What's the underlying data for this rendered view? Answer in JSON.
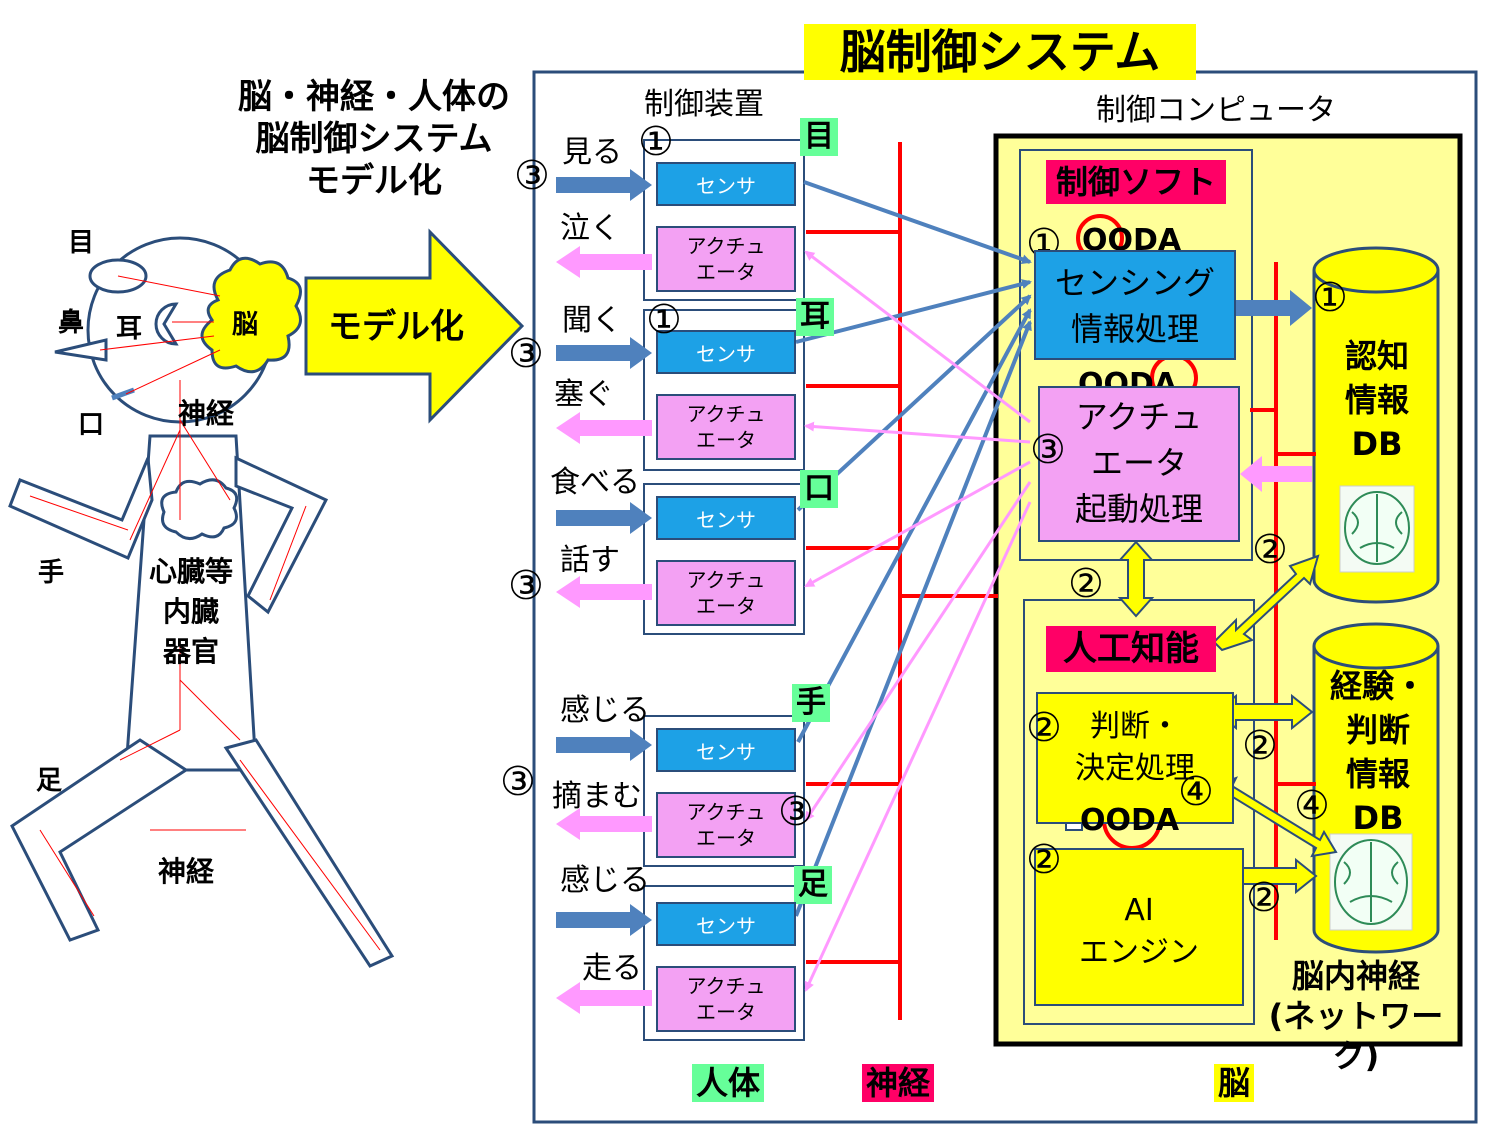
{
  "title": "脳制御システム",
  "model_title": [
    "脳・神経・人体の",
    "脳制御システム",
    "モデル化"
  ],
  "model_arrow_label": "モデル化",
  "body_labels": {
    "eye": "目",
    "nose": "鼻",
    "ear": "耳",
    "mouth": "口",
    "brain": "脳",
    "nerve_head": "神経",
    "hand": "手",
    "organs": [
      "心臓等",
      "内臓",
      "器官"
    ],
    "foot": "足",
    "nerve_legs": "神経"
  },
  "control_device_title": "制御装置",
  "control_computer_title": "制御コンピュータ",
  "sensor_label": "センサ",
  "actuator_label": [
    "アクチュ",
    "エータ"
  ],
  "senses": {
    "see": "見る",
    "cry": "泣く",
    "hear": "聞く",
    "block": "塞ぐ",
    "eat": "食べる",
    "speak": "話す",
    "feel1": "感じる",
    "pinch": "摘まむ",
    "feel2": "感じる",
    "run": "走る"
  },
  "organ_tags": {
    "eye": "目",
    "ear": "耳",
    "mouth": "口",
    "hand": "手",
    "foot": "足"
  },
  "markers": {
    "one": "①",
    "two": "②",
    "three": "③",
    "four": "④"
  },
  "software": {
    "title": "制御ソフト",
    "ooda": "OODA",
    "sensing": [
      "センシング",
      "情報処理"
    ],
    "actuator_proc": [
      "アクチュ",
      "エータ",
      "起動処理"
    ]
  },
  "ai": {
    "title": "人工知能",
    "judge": [
      "判断・",
      "決定処理"
    ],
    "engine": [
      "AI",
      "エンジン"
    ]
  },
  "db": {
    "cognitive": [
      "認知",
      "情報",
      "DB"
    ],
    "experience": [
      "経験・",
      "判断",
      "情報",
      "DB"
    ]
  },
  "network_label": [
    "脳内神経",
    "(ネットワーク)"
  ],
  "bottom_labels": {
    "body": "人体",
    "nerve": "神経",
    "brain": "脳"
  },
  "colors": {
    "title_bg": "#ffff00",
    "yellow": "#ffff00",
    "light_yellow": "#ffff99",
    "sensor": "#1da1e6",
    "actuator": "#f3a1f3",
    "nerve_red": "#ff0000",
    "green_tag": "#66ff99",
    "magenta_tag": "#ff0066",
    "arrow_blue": "#4f81bd",
    "arrow_pink": "#ff99ff"
  }
}
